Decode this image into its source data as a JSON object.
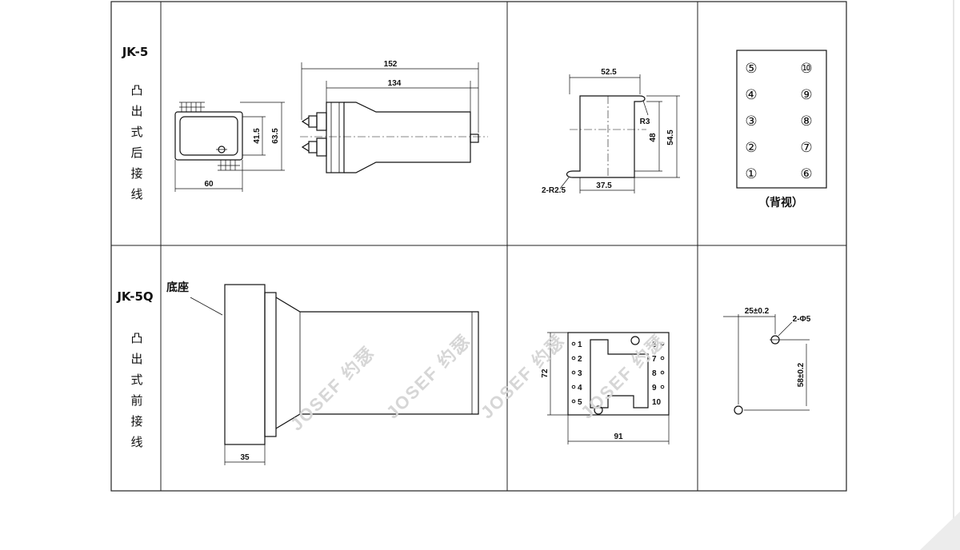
{
  "row1": {
    "model": "JK-5",
    "type_chars": [
      "凸",
      "出",
      "式",
      "后",
      "接",
      "线"
    ],
    "side_view": {
      "dim_overall_length": "152",
      "dim_body_length": "134",
      "dim_height_inner": "41.5",
      "dim_height_outer": "63.5",
      "dim_width": "60"
    },
    "cutout": {
      "dim_width": "52.5",
      "dim_radius_corner": "R3",
      "dim_height_inner": "48",
      "dim_height_outer": "54.5",
      "dim_radius_slot": "2-R2.5",
      "dim_bottom": "37.5"
    },
    "terminals": {
      "left_column": [
        "⑤",
        "④",
        "③",
        "②",
        "①"
      ],
      "right_column": [
        "⑩",
        "⑨",
        "⑧",
        "⑦",
        "⑥"
      ],
      "caption": "（背视）"
    }
  },
  "row2": {
    "model": "JK-5Q",
    "type_chars": [
      "凸",
      "出",
      "式",
      "前",
      "接",
      "线"
    ],
    "side_view": {
      "base_label": "底座",
      "dim_base_depth": "35"
    },
    "front_panel": {
      "left_terminals": [
        "1",
        "2",
        "3",
        "4",
        "5"
      ],
      "right_terminals": [
        "6",
        "7",
        "8",
        "9",
        "10"
      ],
      "dim_height": "72",
      "dim_width": "91"
    },
    "mounting": {
      "dim_spacing_x": "25±0.2",
      "dim_hole": "2-Φ5",
      "dim_spacing_y": "58±0.2"
    }
  },
  "watermark": "JOSEF 约瑟"
}
